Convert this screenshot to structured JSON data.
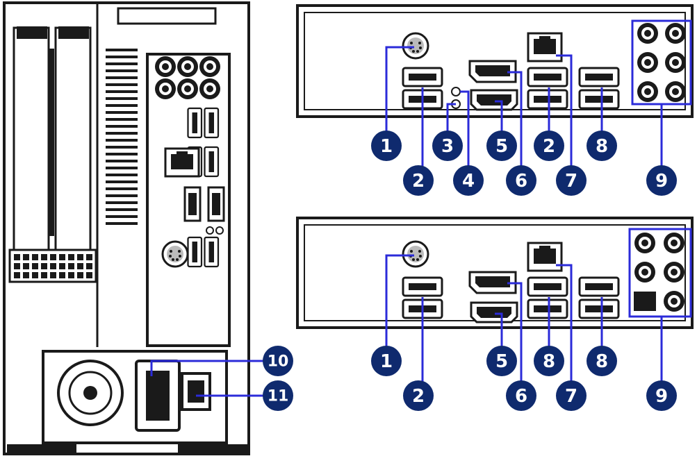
{
  "colors": {
    "callout": "#0f2a6e",
    "leader": "#2b2bd9",
    "line": "#1a1a1a",
    "panel": "#f4f4f4",
    "panel_dark": "#d9d9d9"
  },
  "callouts": {
    "c1": "1",
    "c2": "2",
    "c3": "3",
    "c4": "4",
    "c5": "5",
    "c6": "6",
    "c7": "7",
    "c8": "8",
    "c9": "9",
    "c10": "10",
    "c11": "11"
  }
}
